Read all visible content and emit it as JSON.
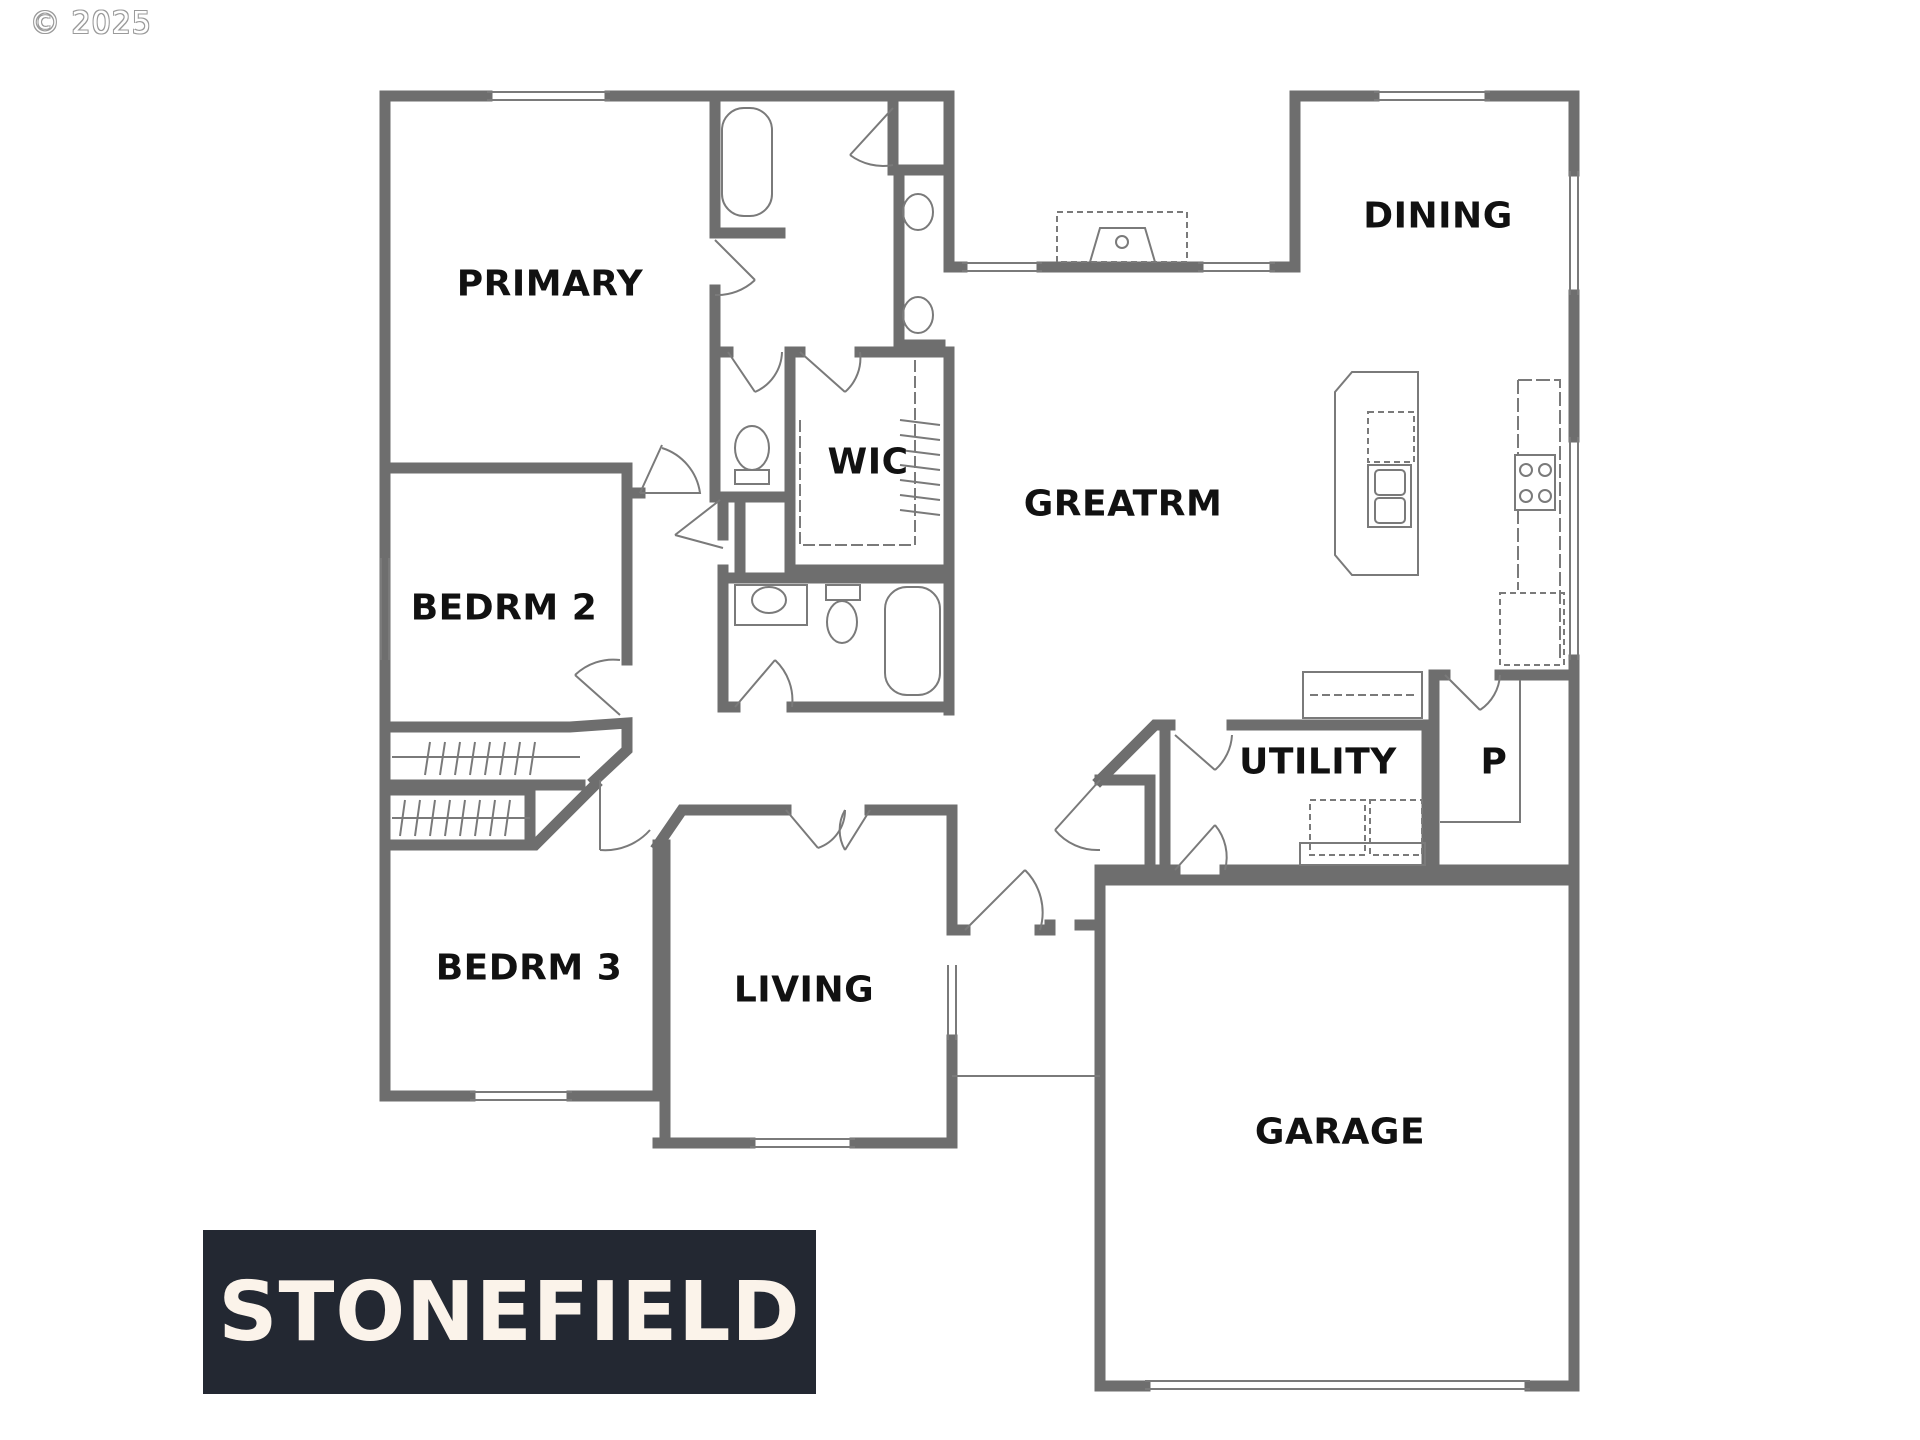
{
  "copyright": "© 2025",
  "plan_name": "STONEFIELD",
  "rooms": {
    "primary": "PRIMARY",
    "bedrm2": "BEDRM 2",
    "bedrm3": "BEDRM 3",
    "wic": "WIC",
    "greatrm": "GREATRM",
    "dining": "DINING",
    "utility": "UTILITY",
    "pantry": "P",
    "living": "LIVING",
    "garage": "GARAGE"
  },
  "colors": {
    "wall": "#6e6e6e",
    "fixture_line": "#7a7a7a",
    "banner_bg": "#232832",
    "banner_text": "#fbf3ea",
    "label_text": "#111111"
  }
}
